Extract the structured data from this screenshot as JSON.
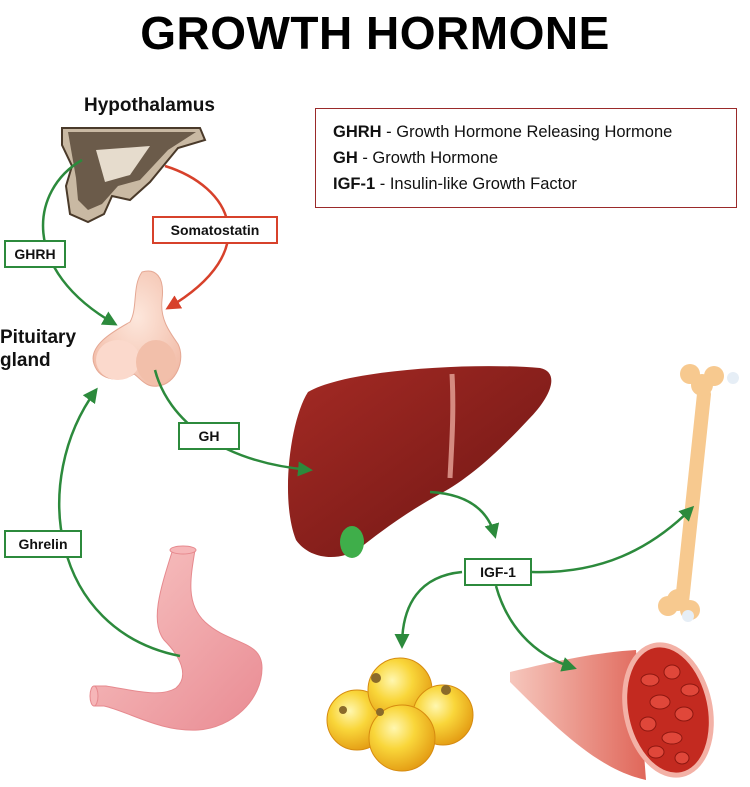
{
  "title": "GROWTH HORMONE",
  "organs": {
    "hypothalamus": "Hypothalamus",
    "pituitary_line1": "Pituitary",
    "pituitary_line2": "gland"
  },
  "legend": [
    {
      "abbr": "GHRH",
      "sep": " - ",
      "full": "Growth Hormone Releasing Hormone"
    },
    {
      "abbr": "GH",
      "sep": " - ",
      "full": "Growth Hormone"
    },
    {
      "abbr": "IGF-1",
      "sep": " - ",
      "full": "Insulin-like Growth Factor"
    }
  ],
  "tags": {
    "ghrh": "GHRH",
    "somatostatin": "Somatostatin",
    "gh": "GH",
    "ghrelin": "Ghrelin",
    "igf1": "IGF-1"
  },
  "colors": {
    "stimulate_arrow": "#2c8a3c",
    "inhibit_arrow": "#d7412b",
    "liver": "#8a1f1c",
    "bone": "#f7c98f",
    "stomach": "#f2a3a6",
    "fat_cell": "#f4c21a",
    "muscle": "#d4382a"
  }
}
